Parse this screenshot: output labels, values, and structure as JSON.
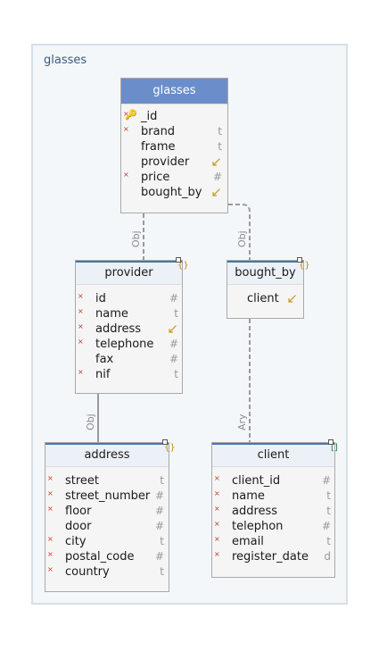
{
  "diagram": {
    "title": "glasses",
    "colors": {
      "header": "#6b8ecb",
      "accent": "#4a74b0",
      "required": "#c0392b",
      "reference": "#c59a22"
    }
  },
  "entities": {
    "glasses": {
      "title": "glasses",
      "fields": [
        {
          "name": "_id",
          "type": "",
          "required": true,
          "key": true
        },
        {
          "name": "brand",
          "type": "t",
          "required": true
        },
        {
          "name": "frame",
          "type": "t",
          "required": false
        },
        {
          "name": "provider",
          "type": "↙",
          "required": false
        },
        {
          "name": "price",
          "type": "#",
          "required": true
        },
        {
          "name": "bought_by",
          "type": "↙",
          "required": false
        }
      ]
    },
    "provider": {
      "title": "provider",
      "corner_icon": "{}",
      "fields": [
        {
          "name": "id",
          "type": "#",
          "required": true
        },
        {
          "name": "name",
          "type": "t",
          "required": true
        },
        {
          "name": "address",
          "type": "↙",
          "required": true
        },
        {
          "name": "telephone",
          "type": "#",
          "required": true
        },
        {
          "name": "fax",
          "type": "#",
          "required": false
        },
        {
          "name": "nif",
          "type": "t",
          "required": true
        }
      ]
    },
    "bought_by": {
      "title": "bought_by",
      "corner_icon": "{}",
      "fields": [
        {
          "name": "client",
          "type": "↙",
          "required": false
        }
      ]
    },
    "address": {
      "title": "address",
      "corner_icon": "{}",
      "fields": [
        {
          "name": "street",
          "type": "t",
          "required": true
        },
        {
          "name": "street_number",
          "type": "#",
          "required": true
        },
        {
          "name": "floor",
          "type": "#",
          "required": true
        },
        {
          "name": "door",
          "type": "#",
          "required": false
        },
        {
          "name": "city",
          "type": "t",
          "required": true
        },
        {
          "name": "postal_code",
          "type": "#",
          "required": true
        },
        {
          "name": "country",
          "type": "t",
          "required": true
        }
      ]
    },
    "client": {
      "title": "client",
      "corner_icon": "[]",
      "fields": [
        {
          "name": "client_id",
          "type": "#",
          "required": true
        },
        {
          "name": "name",
          "type": "t",
          "required": true
        },
        {
          "name": "address",
          "type": "t",
          "required": true
        },
        {
          "name": "telephon",
          "type": "#",
          "required": true
        },
        {
          "name": "email",
          "type": "t",
          "required": true
        },
        {
          "name": "register_date",
          "type": "d",
          "required": true
        }
      ]
    }
  },
  "relations": [
    {
      "from": "glasses",
      "to": "provider",
      "label": "Obj"
    },
    {
      "from": "glasses",
      "to": "bought_by",
      "label": "Obj"
    },
    {
      "from": "provider",
      "to": "address",
      "label": "Obj"
    },
    {
      "from": "bought_by",
      "to": "client",
      "label": "Ary"
    }
  ]
}
